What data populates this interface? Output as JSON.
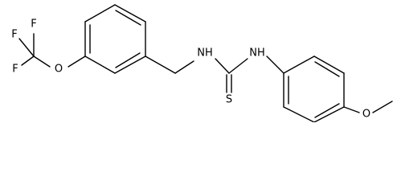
{
  "molecule": {
    "atoms": {
      "f1": "F",
      "f2": "F",
      "f3": "F",
      "o_left": "O",
      "nh_left": "NH",
      "nh_right": "NH",
      "s": "S",
      "o_right": "O"
    }
  }
}
